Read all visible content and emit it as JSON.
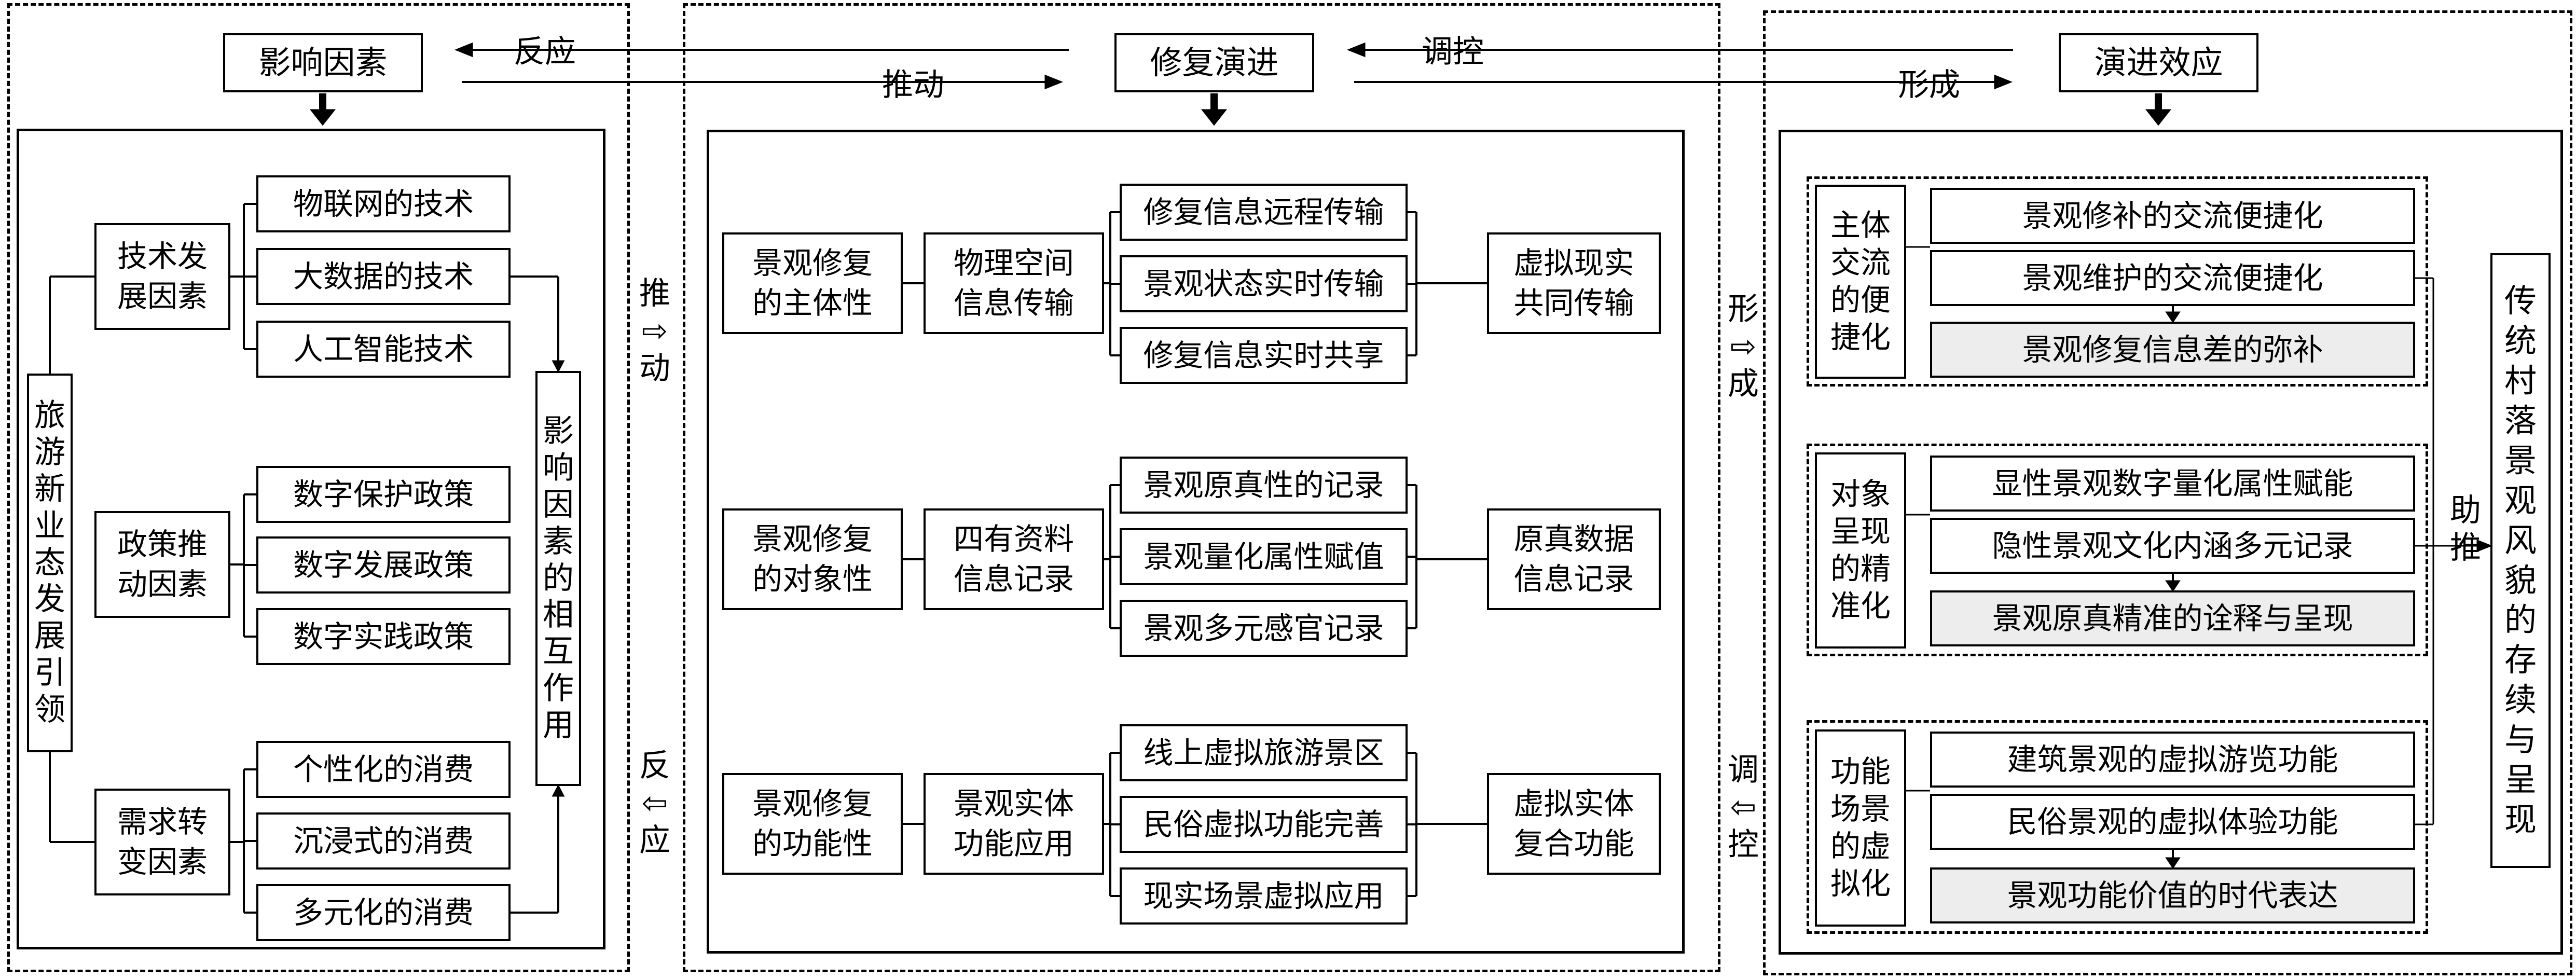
{
  "top": {
    "factors_title": "影响因素",
    "repair_title": "修复演进",
    "effect_title": "演进效应",
    "label_fanying": "反应",
    "label_tuidong": "推动",
    "label_tiaokong": "调控",
    "label_xingcheng": "形成"
  },
  "left": {
    "tourism_label": "旅\n游\n新\n业\n态\n发\n展\n引\n领",
    "interaction_label": "影\n响\n因\n素\n的\n相\n互\n作\n用",
    "groups": [
      {
        "name": "技术发\n展因素",
        "items": [
          "物联网的技术",
          "大数据的技术",
          "人工智能技术"
        ]
      },
      {
        "name": "政策推\n动因素",
        "items": [
          "数字保护政策",
          "数字发展政策",
          "数字实践政策"
        ]
      },
      {
        "name": "需求转\n变因素",
        "items": [
          "个性化的消费",
          "沉浸式的消费",
          "多元化的消费"
        ]
      }
    ]
  },
  "gap_left": {
    "upper": "推\n⇨\n动",
    "lower": "反\n⇦\n应"
  },
  "middle": {
    "rows": [
      {
        "subject": "景观修复\n的主体性",
        "method": "物理空间\n信息传输",
        "items": [
          "修复信息远程传输",
          "景观状态实时传输",
          "修复信息实时共享"
        ],
        "result": "虚拟现实\n共同传输"
      },
      {
        "subject": "景观修复\n的对象性",
        "method": "四有资料\n信息记录",
        "items": [
          "景观原真性的记录",
          "景观量化属性赋值",
          "景观多元感官记录"
        ],
        "result": "原真数据\n信息记录"
      },
      {
        "subject": "景观修复\n的功能性",
        "method": "景观实体\n功能应用",
        "items": [
          "线上虚拟旅游景区",
          "民俗虚拟功能完善",
          "现实场景虚拟应用"
        ],
        "result": "虚拟实体\n复合功能"
      }
    ]
  },
  "gap_right": {
    "upper": "形\n⇨\n成",
    "lower": "调\n⇦\n控"
  },
  "right": {
    "groups": [
      {
        "name": "主体\n交流\n的便\n捷化",
        "items": [
          "景观修补的交流便捷化",
          "景观维护的交流便捷化",
          "景观修复信息差的弥补"
        ]
      },
      {
        "name": "对象\n呈现\n的精\n准化",
        "items": [
          "显性景观数字量化属性赋能",
          "隐性景观文化内涵多元记录",
          "景观原真精准的诠释与呈现"
        ]
      },
      {
        "name": "功能\n场景\n的虚\n拟化",
        "items": [
          "建筑景观的虚拟游览功能",
          "民俗景观的虚拟体验功能",
          "景观功能价值的时代表达"
        ]
      }
    ],
    "zhutui": "助\n推",
    "final": "传\n统\n村\n落\n景\n观\n风\n貌\n的\n存\n续\n与\n呈\n现"
  }
}
